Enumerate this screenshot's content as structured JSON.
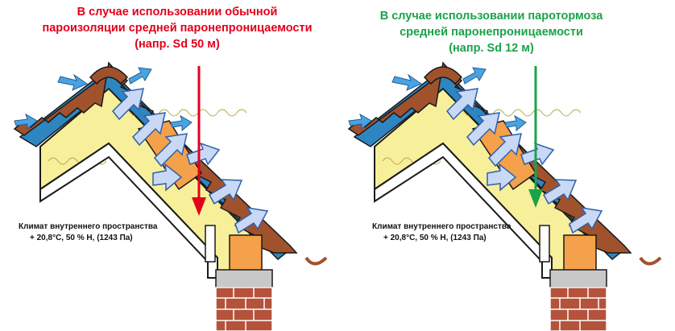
{
  "left_panel": {
    "title_lines": [
      "В случае использовании обычной",
      "пароизоляции средней паронепроницаемости",
      "(напр.  Sd 50 м)"
    ],
    "title_color": "#e3001b",
    "arrow_color": "#e3001b",
    "caption_lines": [
      "Климат внутреннего пространства",
      "+ 20,8°С, 50 % Н, (1243 Па)"
    ]
  },
  "right_panel": {
    "title_lines": [
      "В случае использовании паротормоза",
      "средней паронепроницаемости",
      "(напр. Sd 12 м)"
    ],
    "title_color": "#1aa34a",
    "arrow_color": "#1aa34a",
    "caption_lines": [
      "Климат внутреннего пространства",
      "+ 20,8°С, 50 % Н, (1243 Па)"
    ]
  },
  "colors": {
    "roof_tile": "#a0522d",
    "membrane_blue": "#2e86c1",
    "insulation_yellow": "#f7ef9a",
    "rafter_orange": "#f5a04a",
    "vapour_arrow_fill": "#c9d9f5",
    "vapour_arrow_stroke": "#2f5faa",
    "vent_arrow": "#4aa3e0",
    "brick": "#b5523b"
  }
}
